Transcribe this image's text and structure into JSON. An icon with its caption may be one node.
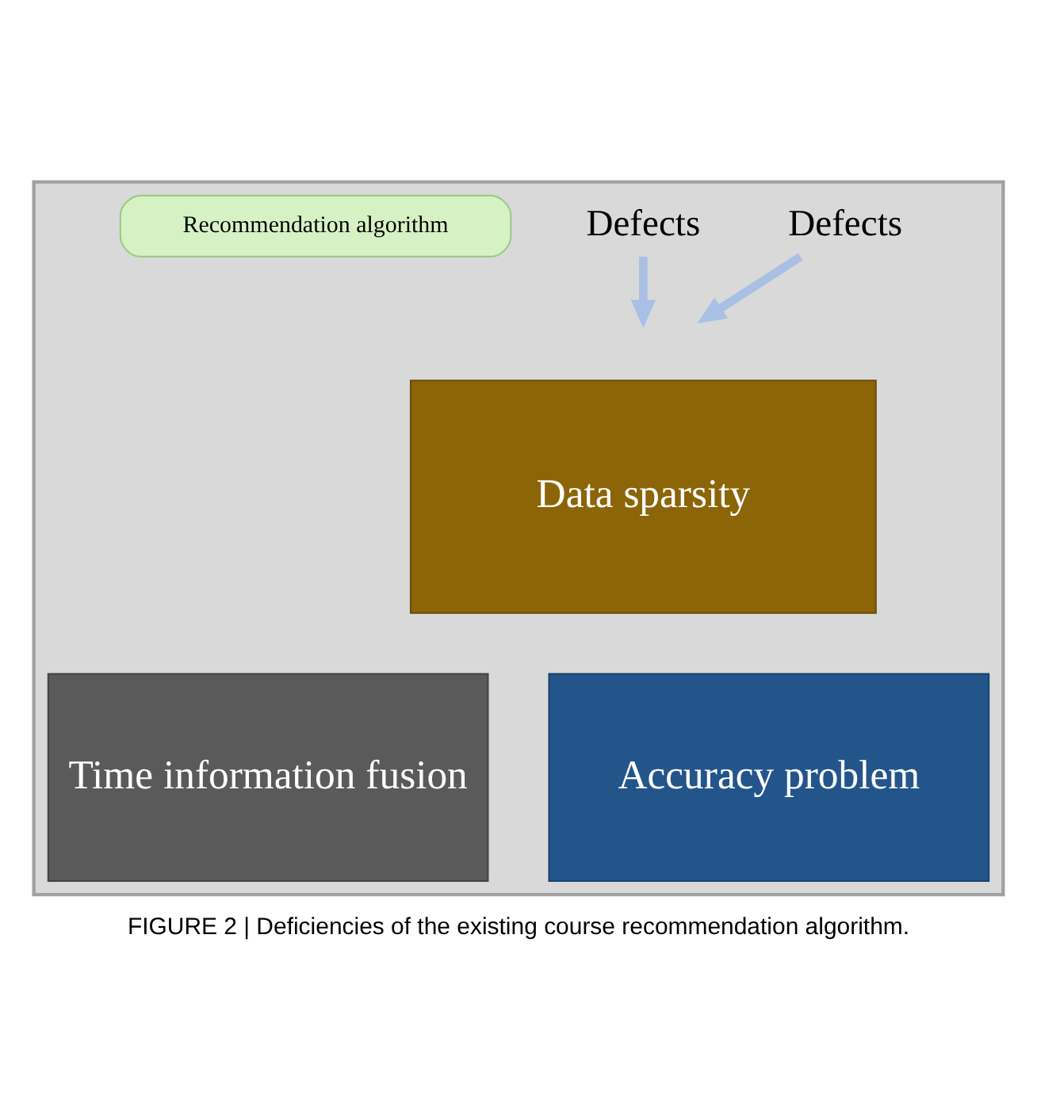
{
  "diagram": {
    "caption": "FIGURE 2 | Deficiencies of the existing course recommendation algorithm.",
    "nodes": [
      {
        "text": [],
        "shape": "box"
      },
      {
        "text": [
          "Defects"
        ],
        "in": 0
      },
      {
        "text": [
          "Recommendation algorithm"
        ],
        "in": 0
      },
      {
        "text": [
          "Defects"
        ],
        "in": 0
      },
      {
        "text": [
          "Data sparsity"
        ],
        "in": 0
      },
      {
        "text": [
          "Time information fusion"
        ],
        "in": 0
      },
      {
        "text": [
          "Accuracy problem"
        ],
        "in": 0
      }
    ],
    "edges": [
      {
        "from": 1,
        "to": null,
        "arrow": "to",
        "color": "#a9c0e4"
      },
      {
        "from": 3,
        "to": null,
        "arrow": "to",
        "color": "#a9c0e4"
      }
    ]
  }
}
